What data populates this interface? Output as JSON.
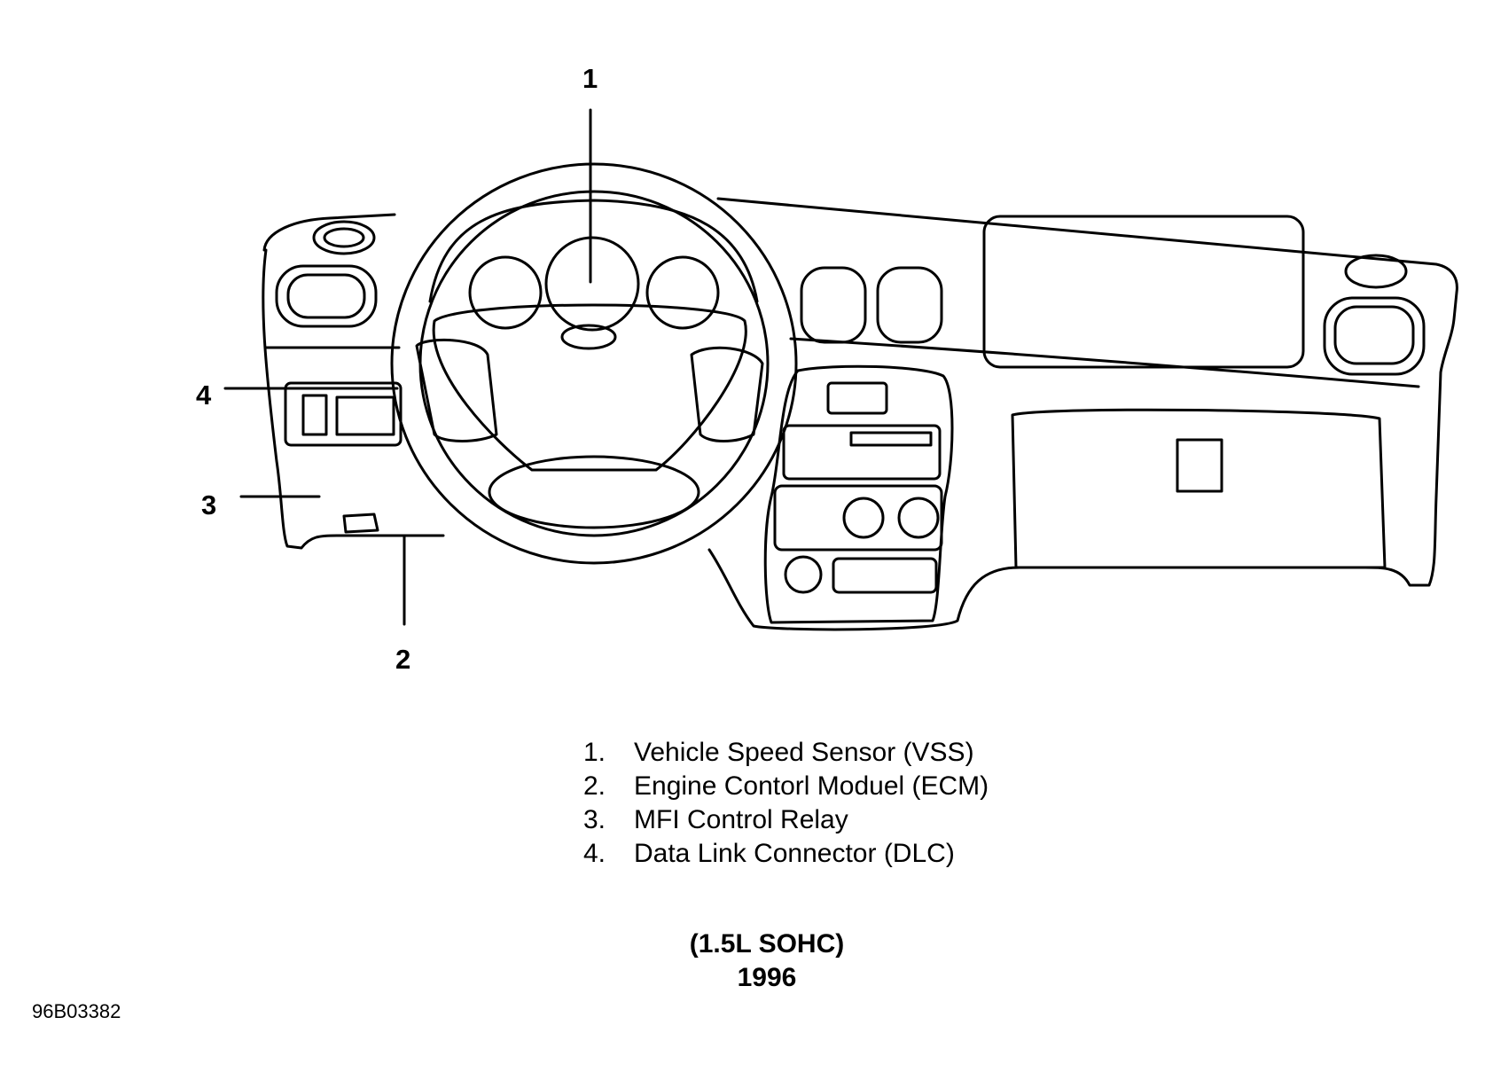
{
  "callouts": [
    "1",
    "2",
    "3",
    "4"
  ],
  "legend": [
    {
      "num": "1.",
      "text": "Vehicle Speed Sensor (VSS)"
    },
    {
      "num": "2.",
      "text": "Engine Contorl Moduel (ECM)"
    },
    {
      "num": "3.",
      "text": "MFI Control Relay"
    },
    {
      "num": "4.",
      "text": "Data Link Connector (DLC)"
    }
  ],
  "caption": {
    "engine": "(1.5L SOHC)",
    "year": "1996"
  },
  "figure_id": "96B03382"
}
